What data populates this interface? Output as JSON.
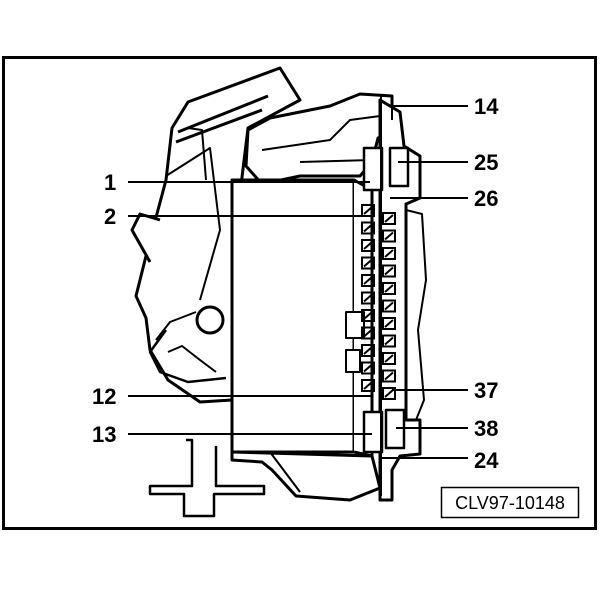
{
  "diagram": {
    "reference_code": "CLV97-10148",
    "callouts_left": [
      "1",
      "2",
      "12",
      "13"
    ],
    "callouts_right": [
      "14",
      "25",
      "26",
      "37",
      "38",
      "24"
    ]
  }
}
